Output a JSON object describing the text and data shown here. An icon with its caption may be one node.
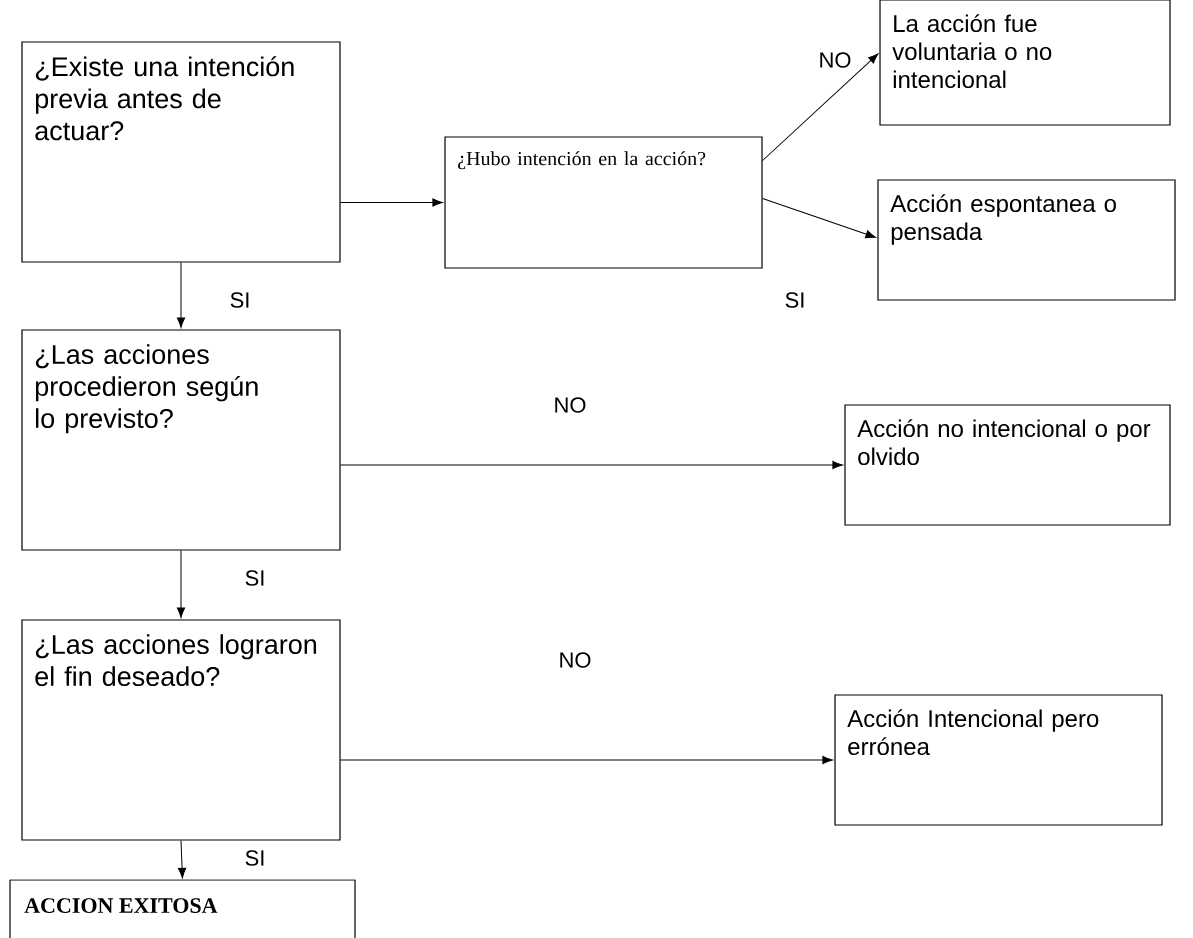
{
  "diagram": {
    "nodes": [
      {
        "text": [
          "¿Existe una intención previa antes de actuar?"
        ]
      },
      {
        "text": [
          "¿Hubo intención en la acción?"
        ]
      },
      {
        "text": [
          "La acción fue voluntaria o no intencional"
        ]
      },
      {
        "text": [
          "Acción espontanea o pensada"
        ]
      },
      {
        "text": [
          "¿Las acciones procedieron según lo previsto?"
        ]
      },
      {
        "text": [
          "Acción no intencional o por olvido"
        ]
      },
      {
        "text": [
          "¿Las acciones lograron el fin deseado?"
        ]
      },
      {
        "text": [
          "Acción Intencional pero errónea"
        ]
      },
      {
        "text": [
          "ACCION EXITOSA"
        ]
      }
    ],
    "edges": [
      {
        "from": 0,
        "to": 1,
        "arrow": "to"
      },
      {
        "from": 1,
        "to": 2,
        "arrow": "to",
        "label": "NO"
      },
      {
        "from": 1,
        "to": 3,
        "arrow": "to",
        "label": "SI"
      },
      {
        "from": 0,
        "to": 4,
        "arrow": "to",
        "label": "SI"
      },
      {
        "from": 4,
        "to": 5,
        "arrow": "to",
        "label": "NO"
      },
      {
        "from": 4,
        "to": 6,
        "arrow": "to",
        "label": "SI"
      },
      {
        "from": 6,
        "to": 7,
        "arrow": "to",
        "label": "NO"
      },
      {
        "from": 6,
        "to": 8,
        "arrow": "to",
        "label": "SI"
      }
    ]
  }
}
